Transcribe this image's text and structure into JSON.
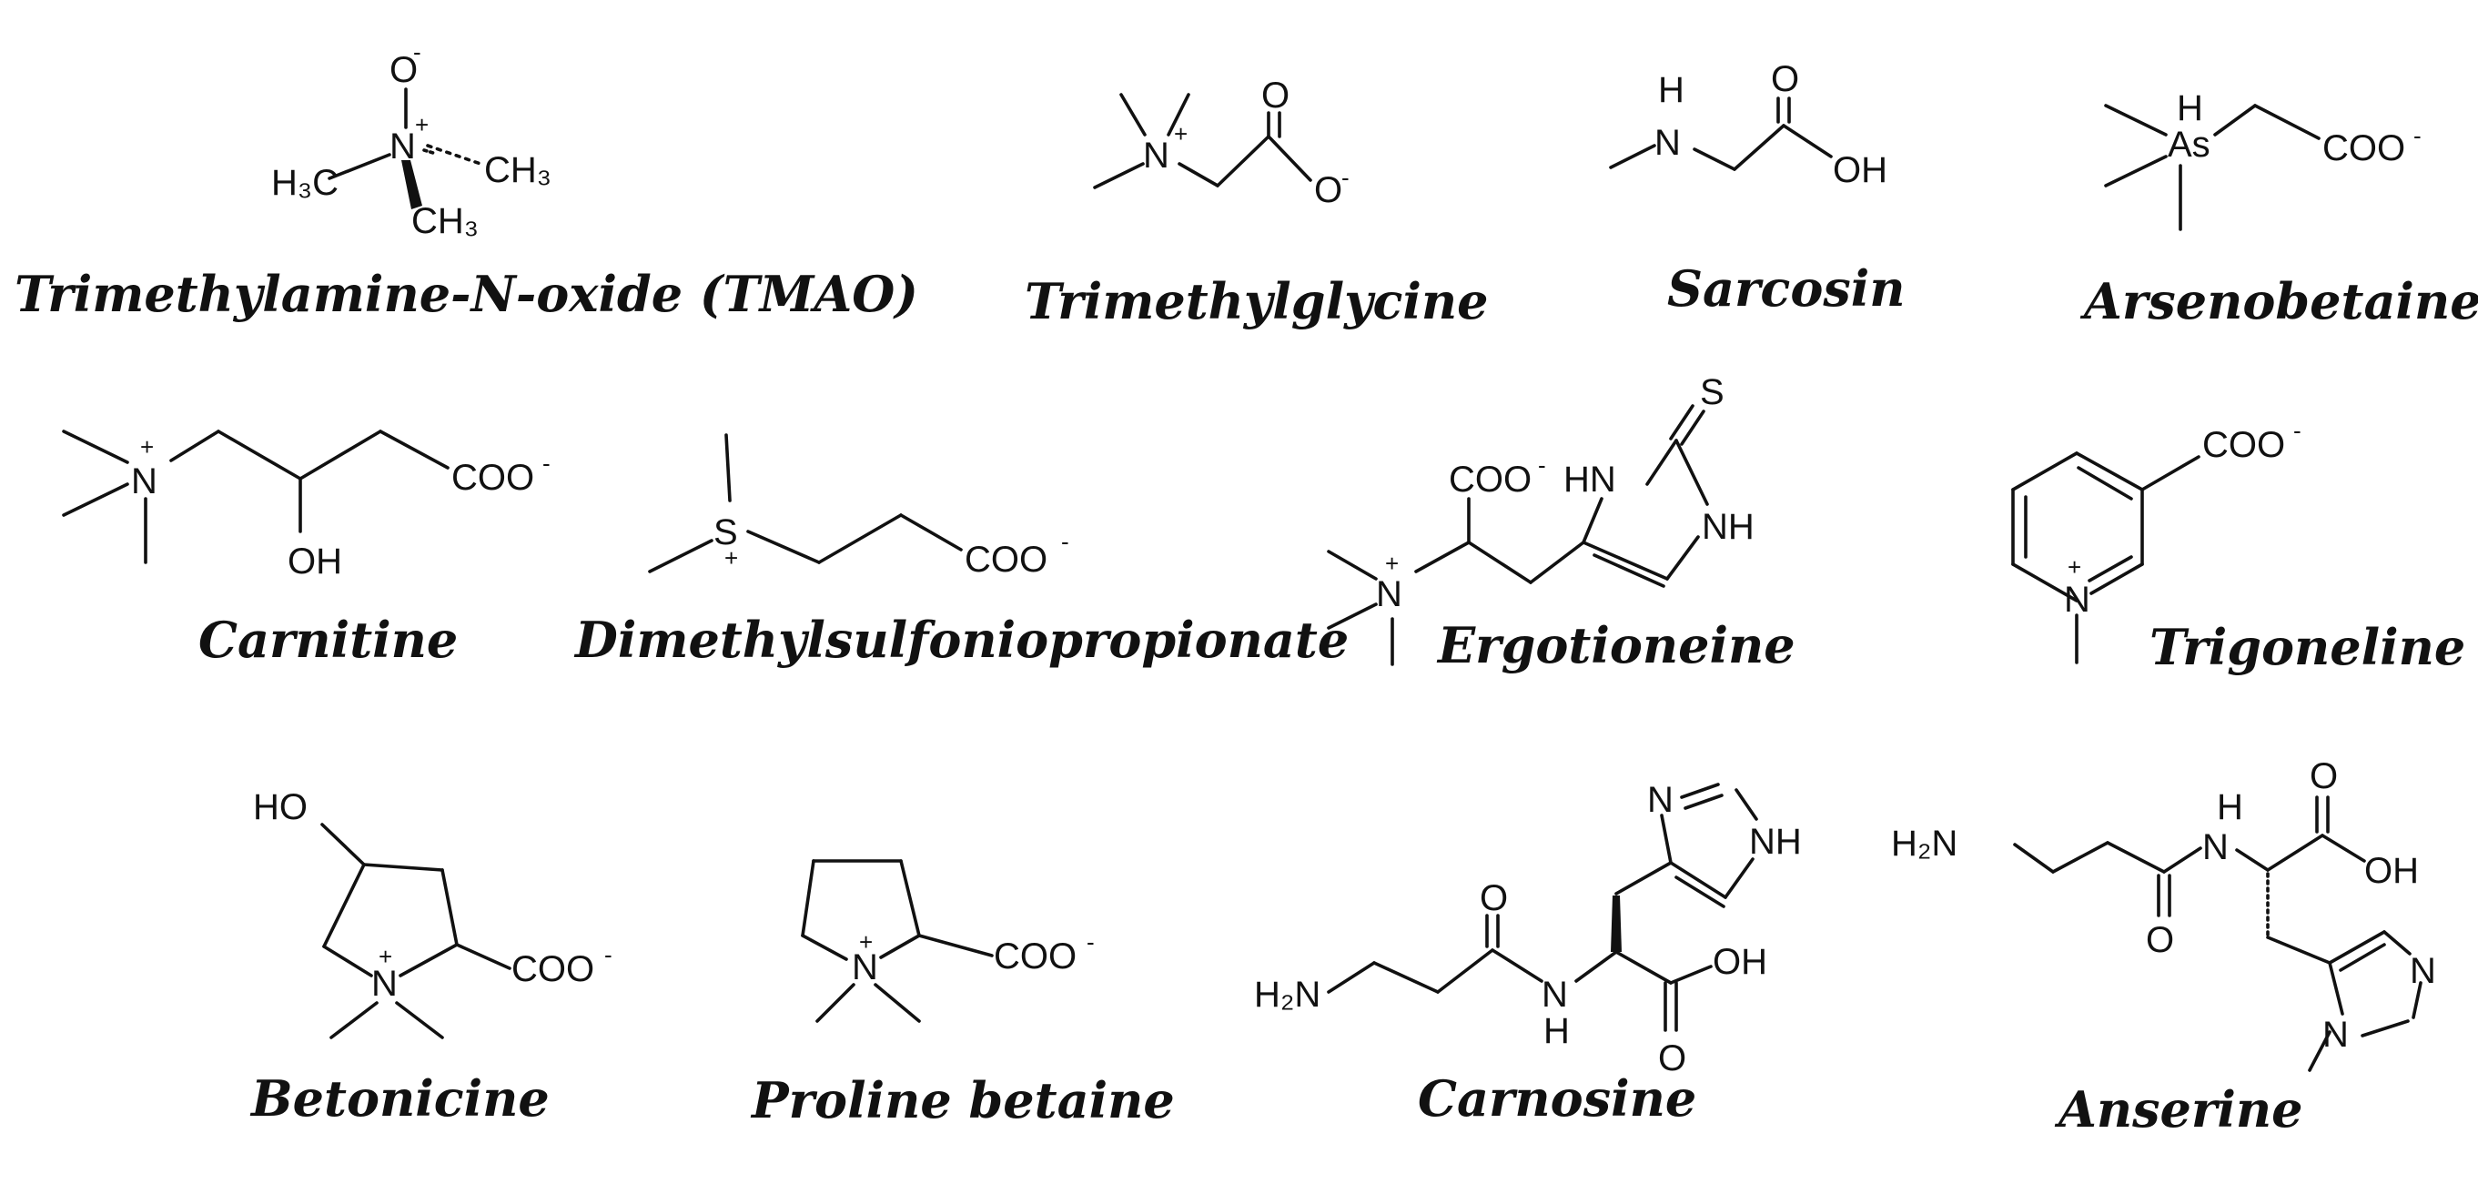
{
  "title": "",
  "molecules": [
    {
      "id": "tmao",
      "name": "Trimethylamine-N-oxide (TMAO)"
    },
    {
      "id": "trimethylglycine",
      "name": "Trimethylglycine"
    },
    {
      "id": "sarcosin",
      "name": "Sarcosin"
    },
    {
      "id": "arsenobetaine",
      "name": "Arsenobetaine"
    },
    {
      "id": "carnitine",
      "name": "Carnitine"
    },
    {
      "id": "dmsp",
      "name": "Dimethylsulfoniopropionate"
    },
    {
      "id": "ergotioneine",
      "name": "Ergotioneine"
    },
    {
      "id": "trigoneline",
      "name": "Trigoneline"
    },
    {
      "id": "betonicine",
      "name": "Betonicine"
    },
    {
      "id": "proline_betaine",
      "name": "Proline betaine"
    },
    {
      "id": "carnosine",
      "name": "Carnosine"
    },
    {
      "id": "anserine",
      "name": "Anserine"
    }
  ],
  "atoms": {
    "o": "O",
    "n": "N",
    "s": "S",
    "as": "As",
    "h": "H",
    "nh": "NH",
    "hn": "HN",
    "oh": "OH",
    "ho": "HO",
    "coo": "COO",
    "h3c": "H₃C",
    "ch3": "CH₃",
    "h2n": "H₂N",
    "plus": "+",
    "minus": "-"
  }
}
